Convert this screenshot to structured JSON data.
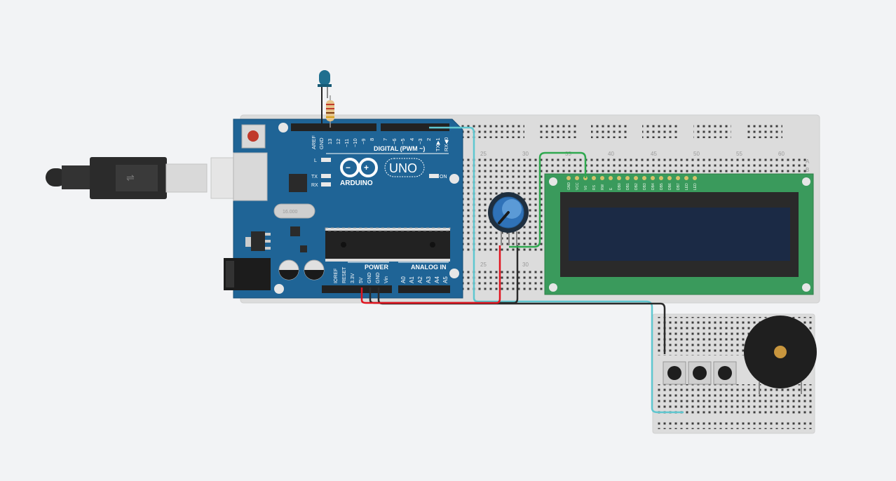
{
  "arduino": {
    "digital_header": "DIGITAL (PWM ~)",
    "power_header": "POWER",
    "analog_header": "ANALOG IN",
    "brand": "ARDUINO",
    "model": "UNO",
    "crystal": "16.000",
    "led_on": "ON",
    "led_l": "L",
    "led_tx": "TX",
    "led_rx": "RX",
    "digital_pins": [
      "AREF",
      "GND",
      "13",
      "12",
      "~11",
      "~10",
      "~9",
      "8",
      "7",
      "~6",
      "~5",
      "4",
      "~3",
      "2",
      "TX▶1",
      "RX◀0"
    ],
    "power_pins": [
      "IOREF",
      "RESET",
      "3.3V",
      "5V",
      "GND",
      "GND",
      "Vin"
    ],
    "analog_pins": [
      "A0",
      "A1",
      "A2",
      "A3",
      "A4",
      "A5"
    ]
  },
  "breadboard": {
    "column_numbers": [
      "25",
      "30",
      "35",
      "40",
      "45",
      "50",
      "55",
      "60"
    ],
    "row_letters": [
      "A",
      "B"
    ],
    "lower_column_numbers": [
      "25",
      "30"
    ]
  },
  "lcd": {
    "pin_labels": [
      "GND",
      "VCC",
      "V0",
      "RS",
      "RW",
      "E",
      "DB0",
      "DB1",
      "DB2",
      "DB3",
      "DB4",
      "DB5",
      "DB6",
      "DB7",
      "LED",
      "LED"
    ]
  },
  "colors": {
    "arduino_board": "#1f6496",
    "lcd_board": "#3a9a5c",
    "lcd_screen": "#1b2a45",
    "wire_signal": "#5fc7d0",
    "wire_ground": "#2b2b2b",
    "wire_power": "#e0141f",
    "wire_contrast": "#2fa84f",
    "potentiometer": "#2f72b8",
    "led": "#1f6f8f"
  },
  "icons": {
    "usb_plug": "usb-cable-icon",
    "led": "led-icon",
    "resistor": "resistor-icon",
    "potentiometer": "potentiometer-icon",
    "buzzer": "piezo-buzzer-icon",
    "pushbutton": "pushbutton-icon"
  }
}
